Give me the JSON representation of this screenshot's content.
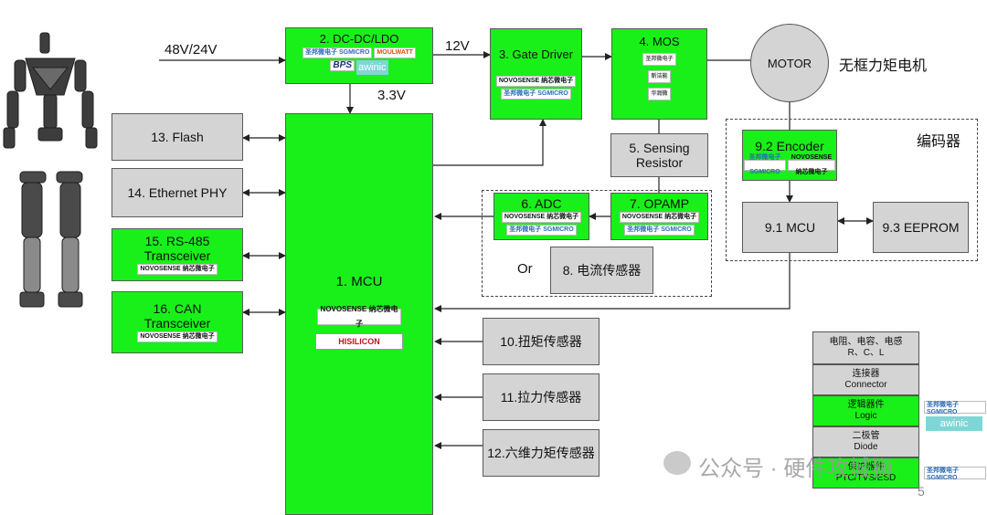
{
  "inputs": {
    "power_in": "48V/24V",
    "v12": "12V",
    "v33": "3.3V"
  },
  "blocks": {
    "dcdc": "2. DC-DC/LDO",
    "gate_driver": "3. Gate Driver",
    "mos": "4. MOS",
    "motor": "MOTOR",
    "motor_note": "无框力矩电机",
    "sensing_l1": "5. Sensing",
    "sensing_l2": "Resistor",
    "adc": "6. ADC",
    "opamp": "7. OPAMP",
    "or": "Or",
    "current_sensor": "8. 电流传感器",
    "flash": "13. Flash",
    "ethernet": "14. Ethernet PHY",
    "rs485_l1": "15. RS-485",
    "rs485_l2": "Transceiver",
    "can_l1": "16. CAN",
    "can_l2": "Transceiver",
    "mcu": "1. MCU",
    "torque": "10.扭矩传感器",
    "tension": "11.拉力传感器",
    "six_axis": "12.六维力矩传感器",
    "encoder_group": "编码器",
    "encoder": "9.2 Encoder",
    "enc_mcu": "9.1 MCU",
    "eeprom": "9.3 EEPROM"
  },
  "logos": {
    "sgmicro": "圣邦微电子 SGMICRO",
    "moultwatt": "MOULWATT",
    "bps": "BPS",
    "awinic": "awinic",
    "novosense": "NOVOSENSE 纳芯微电子",
    "hisilicon": "HISILICON",
    "small1": "圣邦微电子",
    "small2": "新洁能",
    "small3": "华润微"
  },
  "legend": {
    "r1_l1": "电阻、电容、电感",
    "r1_l2": "R、C、L",
    "r2_l1": "连接器",
    "r2_l2": "Connector",
    "r3_l1": "逻辑器件",
    "r3_l2": "Logic",
    "r4_l1": "二极管",
    "r4_l2": "Diode",
    "r5_l1": "保护器件",
    "r5_l2": "PTC/TVS/ESD"
  },
  "watermark": "公众号 · 硬件攻城狮",
  "page_num": "5"
}
